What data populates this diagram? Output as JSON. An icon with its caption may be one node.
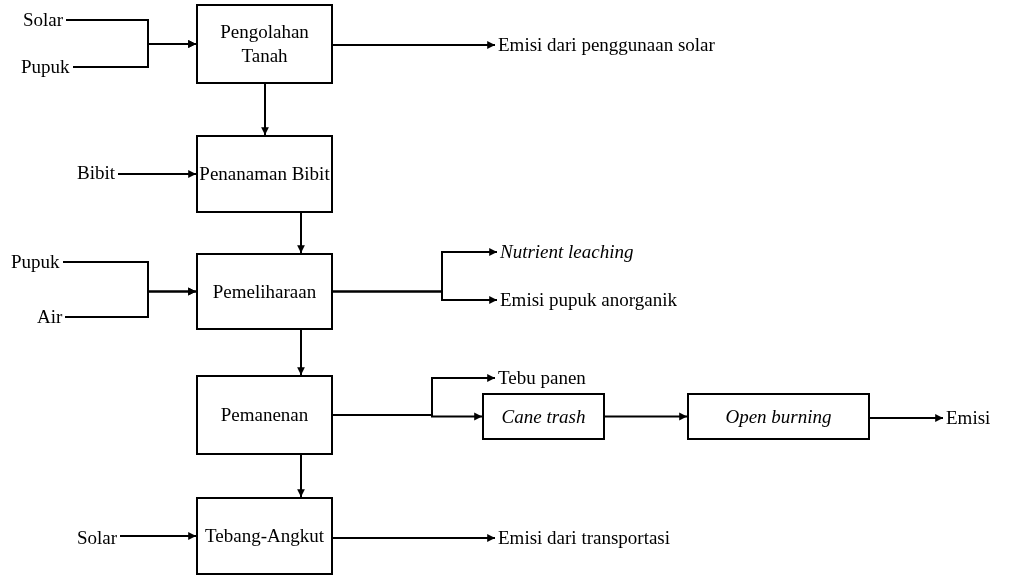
{
  "diagram": {
    "nodes": [
      {
        "text": [
          "Solar"
        ]
      },
      {
        "text": [
          "Pupuk"
        ]
      },
      {
        "text": [
          "Pengolahan Tanah"
        ]
      },
      {
        "text": [
          "Emisi dari penggunaan solar"
        ]
      },
      {
        "text": [
          "Bibit"
        ]
      },
      {
        "text": [
          "Penanaman Bibit"
        ]
      },
      {
        "text": [
          "Pupuk"
        ]
      },
      {
        "text": [
          "Air"
        ]
      },
      {
        "text": [
          "Pemeliharaan"
        ]
      },
      {
        "text": [
          "Nutrient leaching"
        ]
      },
      {
        "text": [
          "Emisi pupuk anorganik"
        ]
      },
      {
        "text": [
          "Tebu panen"
        ]
      },
      {
        "text": [
          "Pemanenan"
        ]
      },
      {
        "text": [
          "Cane trash"
        ]
      },
      {
        "text": [
          "Open burning"
        ]
      },
      {
        "text": [
          "Emisi"
        ]
      },
      {
        "text": [
          "Solar"
        ]
      },
      {
        "text": [
          "Tebang-Angkut"
        ]
      },
      {
        "text": [
          "Emisi dari transportasi"
        ]
      }
    ],
    "edges": [
      {
        "from": 0,
        "to": 2,
        "arrow": "to"
      },
      {
        "from": 1,
        "to": 2,
        "arrow": "to"
      },
      {
        "from": 2,
        "to": 3,
        "arrow": "to"
      },
      {
        "from": 2,
        "to": 5,
        "arrow": "to"
      },
      {
        "from": 4,
        "to": 5,
        "arrow": "to"
      },
      {
        "from": 5,
        "to": 8,
        "arrow": "to"
      },
      {
        "from": 6,
        "to": 8,
        "arrow": "to"
      },
      {
        "from": 7,
        "to": 8,
        "arrow": "to"
      },
      {
        "from": 8,
        "to": 9,
        "arrow": "to"
      },
      {
        "from": 8,
        "to": 10,
        "arrow": "to"
      },
      {
        "from": 8,
        "to": 12,
        "arrow": "to"
      },
      {
        "from": 12,
        "to": 11,
        "arrow": "to"
      },
      {
        "from": 12,
        "to": 13,
        "arrow": "to"
      },
      {
        "from": 13,
        "to": 14,
        "arrow": "to"
      },
      {
        "from": 14,
        "to": 15,
        "arrow": "to"
      },
      {
        "from": 12,
        "to": 17,
        "arrow": "to"
      },
      {
        "from": 16,
        "to": 17,
        "arrow": "to"
      },
      {
        "from": 17,
        "to": 18,
        "arrow": "to"
      }
    ]
  }
}
